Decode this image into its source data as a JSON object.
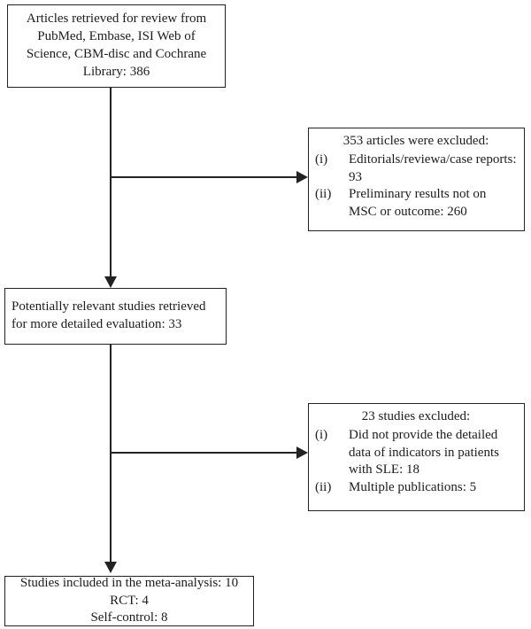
{
  "page": {
    "background_color": "#ffffff",
    "line_color": "#222222"
  },
  "flowchart": {
    "sources_box": {
      "lines": [
        "Articles retrieved for review from",
        "PubMed, Embase, ISI Web of",
        "Science, CBM-disc and Cochrane",
        "Library: 386"
      ]
    },
    "excluded_box_1": {
      "title": "353 articles were excluded:",
      "items": [
        {
          "marker": "(i)",
          "text": "Editorials/reviewa/case reports: 93"
        },
        {
          "marker": "(ii)",
          "text": "Preliminary results not on MSC or outcome: 260"
        }
      ]
    },
    "relevant_box": {
      "lines": [
        "Potentially relevant studies retrieved",
        "for more detailed evaluation: 33"
      ]
    },
    "excluded_box_2": {
      "title": "23 studies excluded:",
      "items": [
        {
          "marker": "(i)",
          "text": "Did not provide the detailed data of indicators in patients with SLE: 18"
        },
        {
          "marker": "(ii)",
          "text": "Multiple publications: 5"
        }
      ]
    },
    "included_box": {
      "lines": [
        "Studies included in the meta-analysis: 10",
        "RCT: 4",
        "Self-control: 8"
      ]
    }
  }
}
